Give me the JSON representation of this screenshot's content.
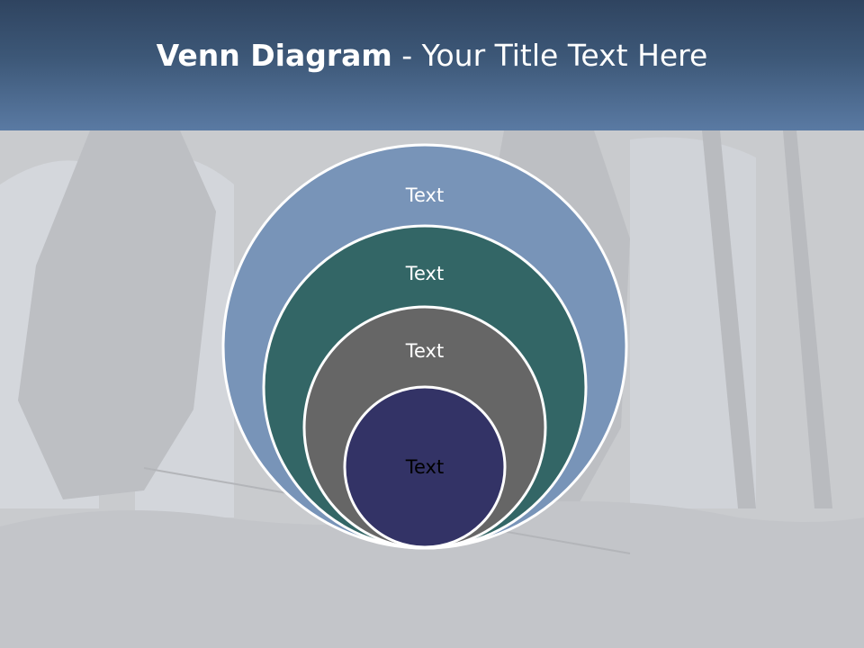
{
  "header": {
    "title_bold": "Venn Diagram",
    "title_rest": " - Your Title Text Here"
  },
  "diagram": {
    "circles": [
      {
        "label": "Text",
        "fill": "#7894b8",
        "text_color": "#ffffff"
      },
      {
        "label": "Text",
        "fill": "#336666",
        "text_color": "#ffffff"
      },
      {
        "label": "Text",
        "fill": "#666666",
        "text_color": "#ffffff"
      },
      {
        "label": "Text",
        "fill": "#333366",
        "text_color": "#000000"
      }
    ]
  },
  "colors": {
    "header_dark": "#2f4460",
    "header_light": "#5a7aa3",
    "background": "#c8cacd",
    "circle_stroke": "#ffffff"
  }
}
